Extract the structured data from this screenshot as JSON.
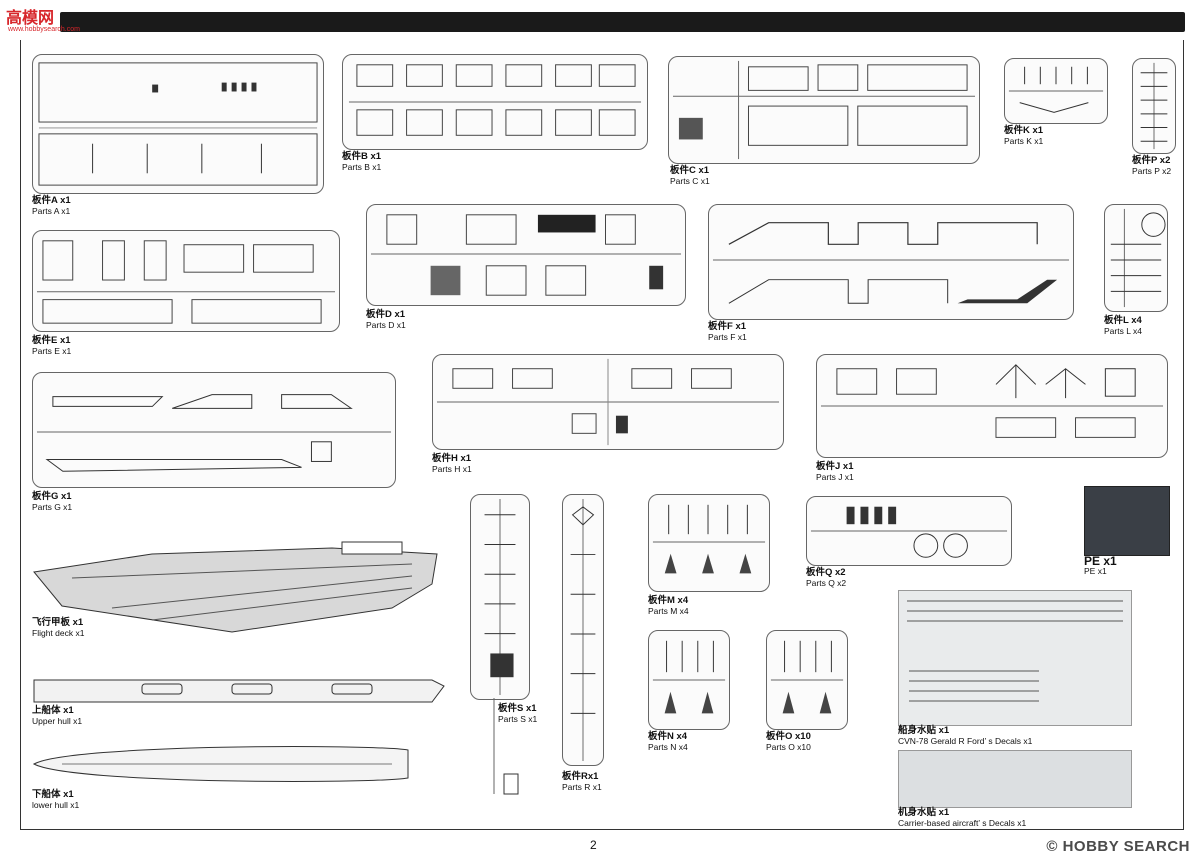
{
  "header": {
    "logo_text": "高模网",
    "logo_sub": "www.hobbysearch.com"
  },
  "parts": {
    "A": {
      "cn": "板件A x1",
      "en": "Parts A x1"
    },
    "B": {
      "cn": "板件B x1",
      "en": "Parts B x1"
    },
    "C": {
      "cn": "板件C x1",
      "en": "Parts C x1"
    },
    "K": {
      "cn": "板件K x1",
      "en": "Parts K x1"
    },
    "P": {
      "cn": "板件P x2",
      "en": "Parts P x2"
    },
    "E": {
      "cn": "板件E x1",
      "en": "Parts E x1"
    },
    "D": {
      "cn": "板件D x1",
      "en": "Parts D x1"
    },
    "F": {
      "cn": "板件F x1",
      "en": "Parts F x1"
    },
    "L": {
      "cn": "板件L x4",
      "en": "Parts L x4"
    },
    "G": {
      "cn": "板件G x1",
      "en": "Parts G x1"
    },
    "H": {
      "cn": "板件H x1",
      "en": "Parts H x1"
    },
    "J": {
      "cn": "板件J x1",
      "en": "Parts J x1"
    },
    "S": {
      "cn": "板件S x1",
      "en": "Parts S x1"
    },
    "R": {
      "cn": "板件Rx1",
      "en": "Parts R x1"
    },
    "M": {
      "cn": "板件M x4",
      "en": "Parts M x4"
    },
    "Q": {
      "cn": "板件Q x2",
      "en": "Parts Q x2"
    },
    "N": {
      "cn": "板件N x4",
      "en": "Parts N x4"
    },
    "O": {
      "cn": "板件O x10",
      "en": "Parts O x10"
    },
    "PE": {
      "cn": "PE x1",
      "en": "PE x1"
    }
  },
  "hull_parts": {
    "flight_deck": {
      "cn": "飞行甲板 x1",
      "en": "Flight deck x1"
    },
    "upper_hull": {
      "cn": "上船体 x1",
      "en": "Upper hull x1"
    },
    "lower_hull": {
      "cn": "下船体 x1",
      "en": "lower hull x1"
    }
  },
  "decals": {
    "ship": {
      "cn": "船身水贴 x1",
      "en": "CVN-78 Gerald R Ford’ s Decals x1"
    },
    "aircraft": {
      "cn": "机身水贴 x1",
      "en": "Carrier-based aircraft’ s Decals x1"
    }
  },
  "footer": {
    "page_number": "2",
    "watermark": "© HOBBY SEARCH"
  }
}
